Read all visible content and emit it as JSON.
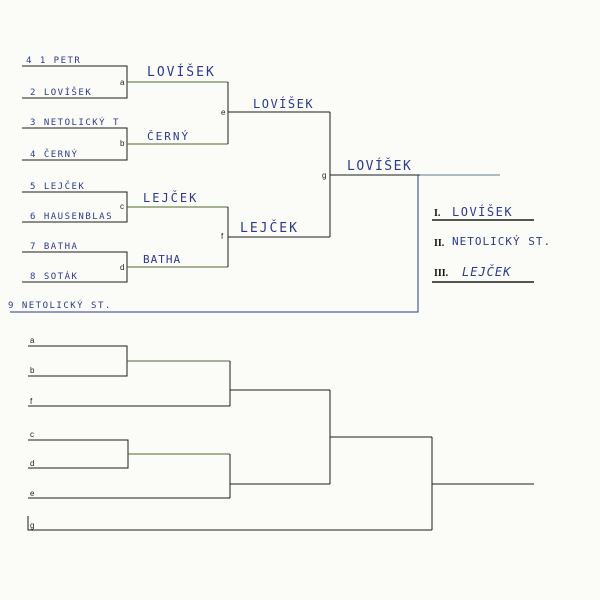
{
  "bracket_top": {
    "entrants": [
      "4 1 PETR",
      "2 LOVÍŠEK",
      "3 NETOLICKÝ T",
      "4 ČERNÝ",
      "5 LEJČEK",
      "6 HAUSENBLAS",
      "7 BATHA",
      "8 SOTÁK"
    ],
    "round1_letters": [
      "a",
      "b",
      "c",
      "d"
    ],
    "round1_winners": [
      "LOVÍŠEK",
      "ČERNÝ",
      "LEJČEK",
      "BATHA"
    ],
    "round2_letters": [
      "e",
      "f"
    ],
    "round2_winners": [
      "LOVÍŠEK",
      "LEJČEK"
    ],
    "final_letter": "g",
    "champion": "LOVÍŠEK",
    "extra_entrant": "9 NETOLICKÝ ST."
  },
  "placings": [
    {
      "rank": "I.",
      "name": "LOVÍŠEK"
    },
    {
      "rank": "II.",
      "name": "NETOLICKÝ ST."
    },
    {
      "rank": "III.",
      "name": "LEJČEK"
    }
  ],
  "bracket_bottom": {
    "slot_labels": [
      "a",
      "b",
      "f",
      "c",
      "d",
      "e",
      "g"
    ]
  }
}
